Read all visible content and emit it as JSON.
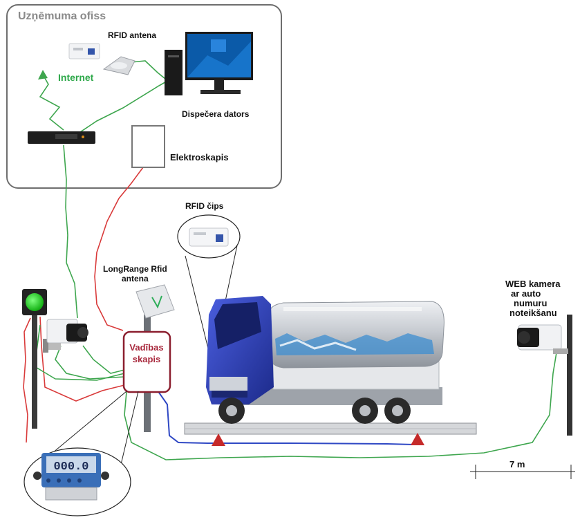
{
  "labels": {
    "office_title": "Uzņēmuma ofiss",
    "rfid_antenna": "RFID antena",
    "internet": "Internet",
    "dispatcher_pc": "Dispečera dators",
    "electrical_cabinet": "Elektroskapis",
    "rfid_chip": "RFID čips",
    "longrange_line1": "LongRange Rfid",
    "longrange_line2": "antena",
    "control_cabinet_line1": "Vadības",
    "control_cabinet_line2": "skapis",
    "webcam_line1": "WEB kamera",
    "webcam_line2": "ar auto",
    "webcam_line3": "numuru",
    "webcam_line4": "noteikšanu",
    "distance": "7 m",
    "indicator_display": "000.0"
  },
  "colors": {
    "data_cable": "#3ea64e",
    "power_cable": "#d93a3a",
    "sensor_cable": "#2f48c4",
    "control_cabinet_border": "#8b1e2e",
    "traffic_light_green": "#1fd51f",
    "truck_cab": "#2a3db0",
    "tank": "#c8ccd2"
  }
}
